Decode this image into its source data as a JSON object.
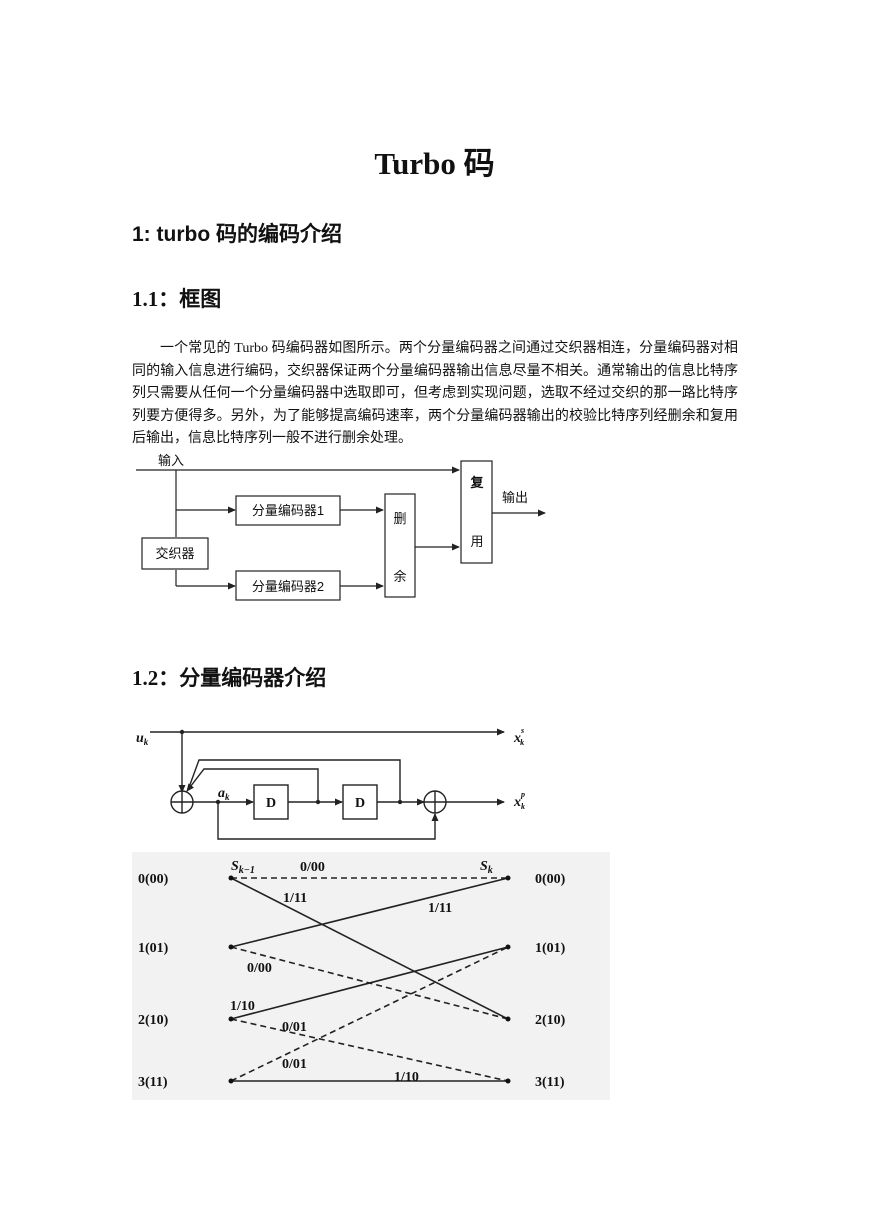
{
  "document": {
    "title": "Turbo 码",
    "section1": "1: turbo 码的编码介绍",
    "section1_1": "1.1：框图",
    "paragraph": "一个常见的 Turbo 码编码器如图所示。两个分量编码器之间通过交织器相连，分量编码器对相同的输入信息进行编码，交织器保证两个分量编码器输出信息尽量不相关。通常输出的信息比特序列只需要从任何一个分量编码器中选取即可，但考虑到实现问题，选取不经过交织的那一路比特序列要方便得多。另外，为了能够提高编码速率，两个分量编码器输出的校验比特序列经删余和复用后输出，信息比特序列一般不进行删余处理。",
    "section1_2": "1.2：分量编码器介绍"
  },
  "block_diagram": {
    "input": "输入",
    "encoder1": "分量编码器1",
    "encoder2": "分量编码器2",
    "interleaver": "交织器",
    "puncture_top": "删",
    "puncture_bottom": "余",
    "mux_top": "复",
    "mux_bottom": "用",
    "output": "输出"
  },
  "encoder_diagram": {
    "input": "u",
    "input_sub": "k",
    "state": "a",
    "state_sub": "k",
    "delay1": "D",
    "delay2": "D",
    "out_sys": "x",
    "out_sys_sup": "s",
    "out_sys_sub": "k",
    "out_par": "x",
    "out_par_sup": "p",
    "out_par_sub": "k"
  },
  "trellis": {
    "left_header": "S",
    "left_header_sub": "k−1",
    "right_header": "S",
    "right_header_sub": "k",
    "left_states": [
      "0(00)",
      "1(01)",
      "2(10)",
      "3(11)"
    ],
    "right_states": [
      "0(00)",
      "1(01)",
      "2(10)",
      "3(11)"
    ],
    "edge_labels": [
      "0/00",
      "1/11",
      "1/11",
      "0/00",
      "1/10",
      "0/01",
      "0/01",
      "1/10"
    ]
  }
}
